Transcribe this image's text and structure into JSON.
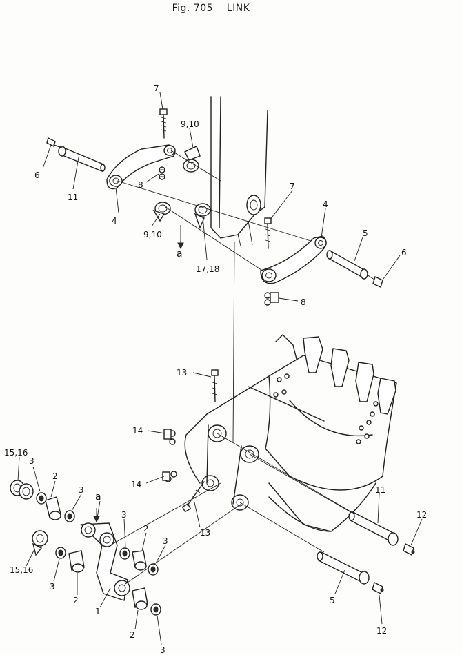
{
  "figure": {
    "title": "Fig. 705    LINK"
  },
  "labels": {
    "l7a": "7",
    "l910a": "9,10",
    "l6a": "6",
    "l11a": "11",
    "l8a": "8",
    "l4a": "4",
    "l910b": "9,10",
    "la1": "a",
    "l1718": "17,18",
    "l7b": "7",
    "l4b": "4",
    "l5a": "5",
    "l6b": "6",
    "l8b": "8",
    "l13a": "13",
    "l14a": "14",
    "l14b": "14",
    "l13b": "13",
    "l11b": "11",
    "l12a": "12",
    "l5b": "5",
    "l12b": "12",
    "l1516a": "15,16",
    "l3a": "3",
    "l2a": "2",
    "l3b": "3",
    "la2": "a",
    "l3c": "3",
    "l2b": "2",
    "l3d": "3",
    "l1516b": "15,16",
    "l3e": "3",
    "l2c": "2",
    "l1": "1",
    "l2d": "2",
    "l3f": "3"
  }
}
